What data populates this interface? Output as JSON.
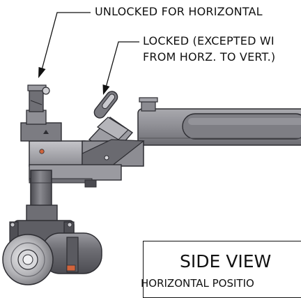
{
  "callouts": {
    "unlocked": "UNLOCKED FOR HORIZONTAL",
    "locked_line1": "LOCKED (EXCEPTED WI",
    "locked_line2": "FROM HORZ. TO VERT.)"
  },
  "view_label": {
    "title": "SIDE VIEW",
    "subtitle": "HORIZONTAL POSITIO"
  },
  "colors": {
    "metal_light": "#b9b9be",
    "metal_mid": "#8f8f95",
    "metal_dark": "#5c5c62",
    "accent_bolt": "#d2643c"
  }
}
